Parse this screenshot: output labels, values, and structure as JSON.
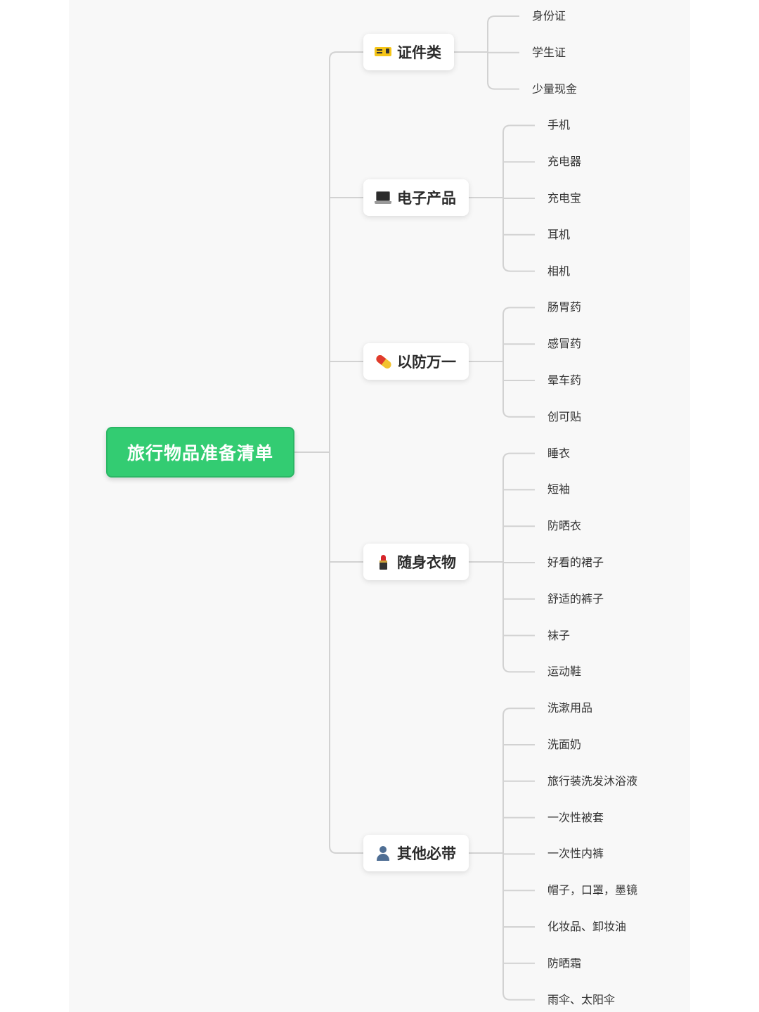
{
  "root": {
    "label": "旅行物品准备清单",
    "color": "#33cc72"
  },
  "categories": [
    {
      "label": "证件类",
      "icon": "id-card-icon",
      "items": [
        "身份证",
        "学生证",
        "少量现金"
      ]
    },
    {
      "label": "电子产品",
      "icon": "laptop-icon",
      "items": [
        "手机",
        "充电器",
        "充电宝",
        "耳机",
        "相机"
      ]
    },
    {
      "label": "以防万一",
      "icon": "pill-icon",
      "items": [
        "肠胃药",
        "感冒药",
        "晕车药",
        "创可贴"
      ]
    },
    {
      "label": "随身衣物",
      "icon": "lipstick-icon",
      "items": [
        "睡衣",
        "短袖",
        "防晒衣",
        "好看的裙子",
        "舒适的裤子",
        "袜子",
        "运动鞋"
      ]
    },
    {
      "label": "其他必带",
      "icon": "person-icon",
      "items": [
        "洗漱用品",
        "洗面奶",
        "旅行装洗发沐浴液",
        "一次性被套",
        "一次性内裤",
        "帽子，口罩，墨镜",
        "化妆品、卸妆油",
        "防晒霜",
        "雨伞、太阳伞"
      ]
    }
  ]
}
